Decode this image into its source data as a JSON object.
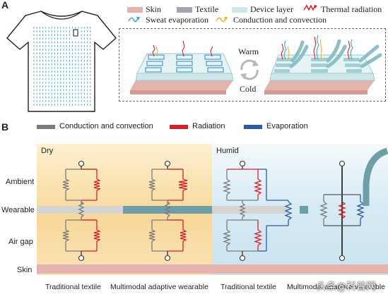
{
  "panel_a": {
    "letter": "A",
    "legend": {
      "skin": "Skin",
      "textile": "Textile",
      "device_layer": "Device layer",
      "thermal_radiation": "Thermal radiation",
      "sweat_evaporation": "Sweat evaporation",
      "conduction_convection": "Conduction and convection"
    },
    "warm_label": "Warm",
    "cold_label": "Cold"
  },
  "panel_b": {
    "letter": "B",
    "legend": {
      "conduction": "Conduction and convection",
      "radiation": "Radiation",
      "evaporation": "Evaporation"
    },
    "dry_label": "Dry",
    "humid_label": "Humid",
    "rows": {
      "ambient": "Ambient",
      "wearable": "Wearable",
      "air_gap": "Air gap",
      "skin": "Skin"
    },
    "captions": {
      "dry_traditional": "Traditional textile",
      "dry_adaptive": "Multimodal adaptive wearable",
      "humid_traditional": "Traditional textile",
      "humid_adaptive": "Multimodal adaptive wearable"
    }
  },
  "colors": {
    "skin": "#e4b3ad",
    "textile": "#a2a4b2",
    "device_layer": "#cfe7e8",
    "radiation": "#d6202a",
    "evaporation": "#2e5aa8",
    "conduction": "#7b7b7b",
    "wearable_teal": "#6e9ea6",
    "dry_bg": "#f8d89a",
    "humid_bg": "#cfe6f1"
  },
  "watermark": "头条@科普网"
}
